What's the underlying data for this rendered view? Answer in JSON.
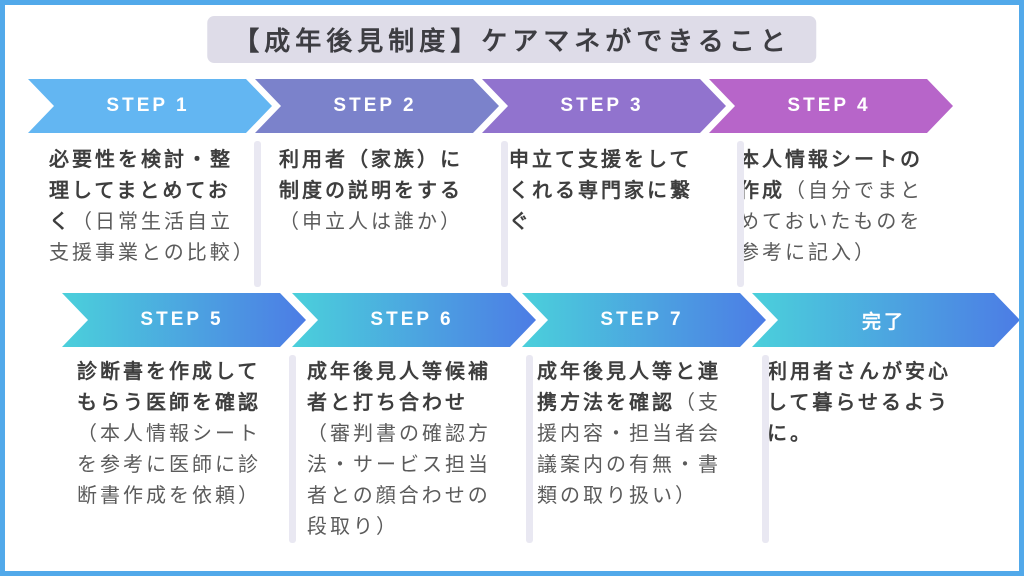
{
  "page": {
    "title": "【成年後見制度】ケアマネができること",
    "frame_border_color": "#52A9EA",
    "title_bg_color": "#DEDCE8",
    "title_text_color": "#3D3D42",
    "divider_color": "#E9E8F2"
  },
  "steps": [
    {
      "label": "STEP 1",
      "color": "#63B6F2",
      "color2": "#63B6F2",
      "bold": "必要性を検討・整理してまとめておく",
      "normal": "（日常生活自立支援事業との比較）"
    },
    {
      "label": "STEP 2",
      "color": "#7B82CB",
      "color2": "#7B82CB",
      "bold": "利用者（家族）に制度の説明をする",
      "normal": "（申立人は誰か）"
    },
    {
      "label": "STEP 3",
      "color": "#9173CE",
      "color2": "#9173CE",
      "bold": "申立て支援をしてくれる専門家に繋ぐ",
      "normal": ""
    },
    {
      "label": "STEP 4",
      "color": "#B765C9",
      "color2": "#B765C9",
      "bold": "本人情報シートの作成",
      "normal": "（自分でまとめておいたものを参考に記入）"
    },
    {
      "label": "STEP 5",
      "color": "#4BD0DB",
      "color2": "#4C7CE5",
      "bold": "診断書を作成してもらう医師を確認",
      "normal": "（本人情報シートを参考に医師に診断書作成を依頼）"
    },
    {
      "label": "STEP 6",
      "color": "#4BD0DB",
      "color2": "#4C7CE5",
      "bold": "成年後見人等候補者と打ち合わせ",
      "normal": "（審判書の確認方法・サービス担当者との顔合わせの段取り）"
    },
    {
      "label": "STEP 7",
      "color": "#4BD0DB",
      "color2": "#4C7CE5",
      "bold": "成年後見人等と連携方法を確認",
      "normal": "（支援内容・担当者会議案内の有無・書類の取り扱い）"
    },
    {
      "label": "完了",
      "color": "#4BD0DB",
      "color2": "#4C7CE5",
      "bold": "利用者さんが安心して暮らせるように。",
      "normal": ""
    }
  ]
}
